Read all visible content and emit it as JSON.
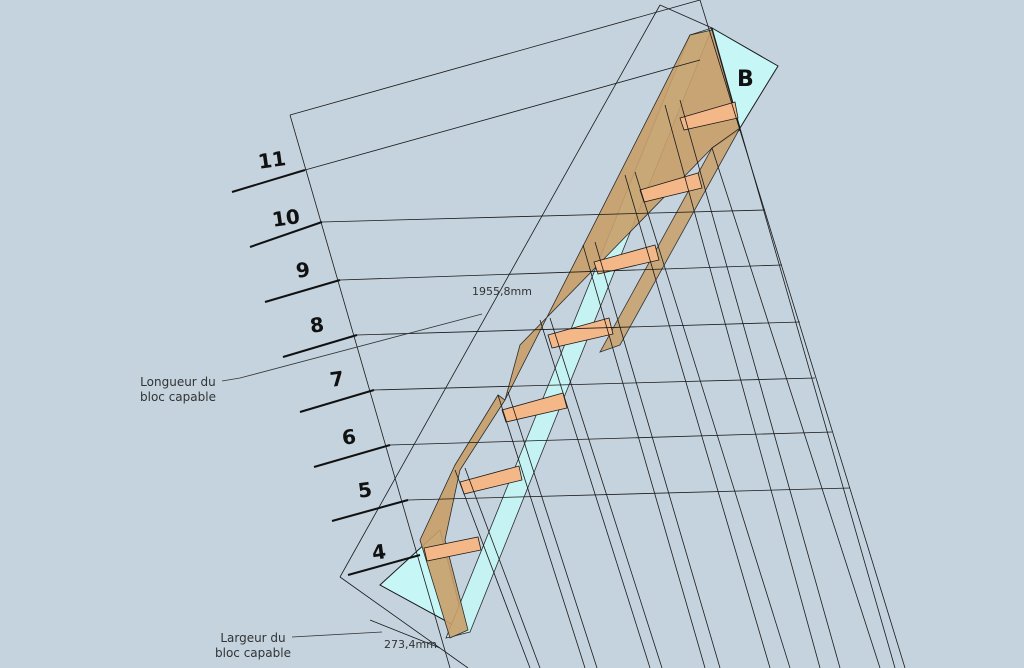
{
  "steps": [
    "11",
    "10",
    "9",
    "8",
    "7",
    "6",
    "5",
    "4"
  ],
  "corner_label": "B",
  "length_dimension": "1955,8mm",
  "width_dimension": "273,4mm",
  "length_callout": [
    "Longueur du",
    "bloc capable"
  ],
  "width_callout": [
    "Largeur du",
    "bloc capable"
  ],
  "colors": {
    "background": "#c4d3de",
    "line": "#1a1a1a",
    "cyan_fill": "#c6f6f6",
    "wood": "#c9a06a",
    "step_fill": "#f4b787"
  }
}
